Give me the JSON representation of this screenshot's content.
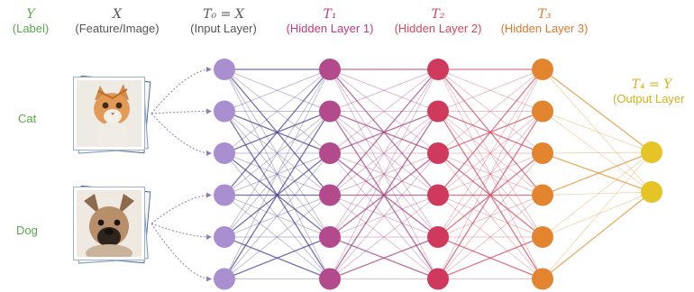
{
  "columns": {
    "y": {
      "symbol": "Y",
      "subtitle": "(Label)",
      "color": "#5aa84a"
    },
    "x": {
      "symbol": "X",
      "subtitle": "(Feature/Image)",
      "color": "#555555"
    },
    "t0": {
      "symbol": "T₀ = X",
      "subtitle": "(Input Layer)",
      "color": "#555555"
    },
    "t1": {
      "symbol": "T₁",
      "subtitle": "(Hidden Layer 1)",
      "color": "#c23b7a"
    },
    "t2": {
      "symbol": "T₂",
      "subtitle": "(Hidden Layer 2)",
      "color": "#d8475a"
    },
    "t3": {
      "symbol": "T₃",
      "subtitle": "(Hidden Layer 3)",
      "color": "#e0792c"
    },
    "t4": {
      "symbol": "T₄ = Ŷ",
      "subtitle": "(Output Layer",
      "color": "#d4b21c"
    }
  },
  "labels": [
    {
      "text": "Cat",
      "color": "#5aa84a"
    },
    {
      "text": "Dog",
      "color": "#5aa84a"
    }
  ],
  "images": [
    {
      "subject": "cat-photo-icon"
    },
    {
      "subject": "dog-photo-icon"
    }
  ],
  "network": {
    "layers": [
      {
        "name": "input",
        "nodes": 6,
        "color": "#a98fd0"
      },
      {
        "name": "hidden-1",
        "nodes": 6,
        "color": "#b24a8c"
      },
      {
        "name": "hidden-2",
        "nodes": 6,
        "color": "#cf3a5c"
      },
      {
        "name": "hidden-3",
        "nodes": 6,
        "color": "#e3852e"
      },
      {
        "name": "output",
        "nodes": 2,
        "color": "#e6c426"
      }
    ],
    "edge_colors": [
      "#4a3f8c",
      "#a2417e",
      "#cf4b63",
      "#e0922f"
    ]
  }
}
